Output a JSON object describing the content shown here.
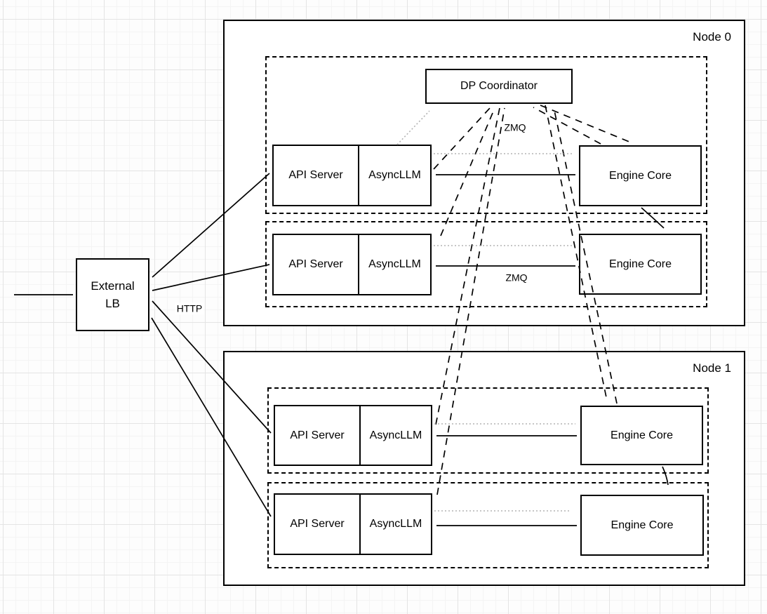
{
  "coordinator": {
    "label": "DP Coordinator"
  },
  "external_lb": {
    "line1": "External",
    "line2": "LB"
  },
  "labels": {
    "http": "HTTP",
    "zmq_coordinator": "ZMQ",
    "zmq_row2": "ZMQ"
  },
  "nodes": [
    {
      "label": "Node 0",
      "rows": [
        {
          "api_server": "API Server",
          "asyncllm": "AsyncLLM",
          "engine_core": "Engine Core"
        },
        {
          "api_server": "API Server",
          "asyncllm": "AsyncLLM",
          "engine_core": "Engine Core"
        }
      ]
    },
    {
      "label": "Node 1",
      "rows": [
        {
          "api_server": "API Server",
          "asyncllm": "AsyncLLM",
          "engine_core": "Engine Core"
        },
        {
          "api_server": "API Server",
          "asyncllm": "AsyncLLM",
          "engine_core": "Engine Core"
        }
      ]
    }
  ],
  "colors": {
    "line": "#000000",
    "gray_arrow": "#b3b3b3",
    "box_fill": "#ffffff",
    "grid_minor": "#f4f4f4",
    "grid_major": "#e4e4e4"
  }
}
